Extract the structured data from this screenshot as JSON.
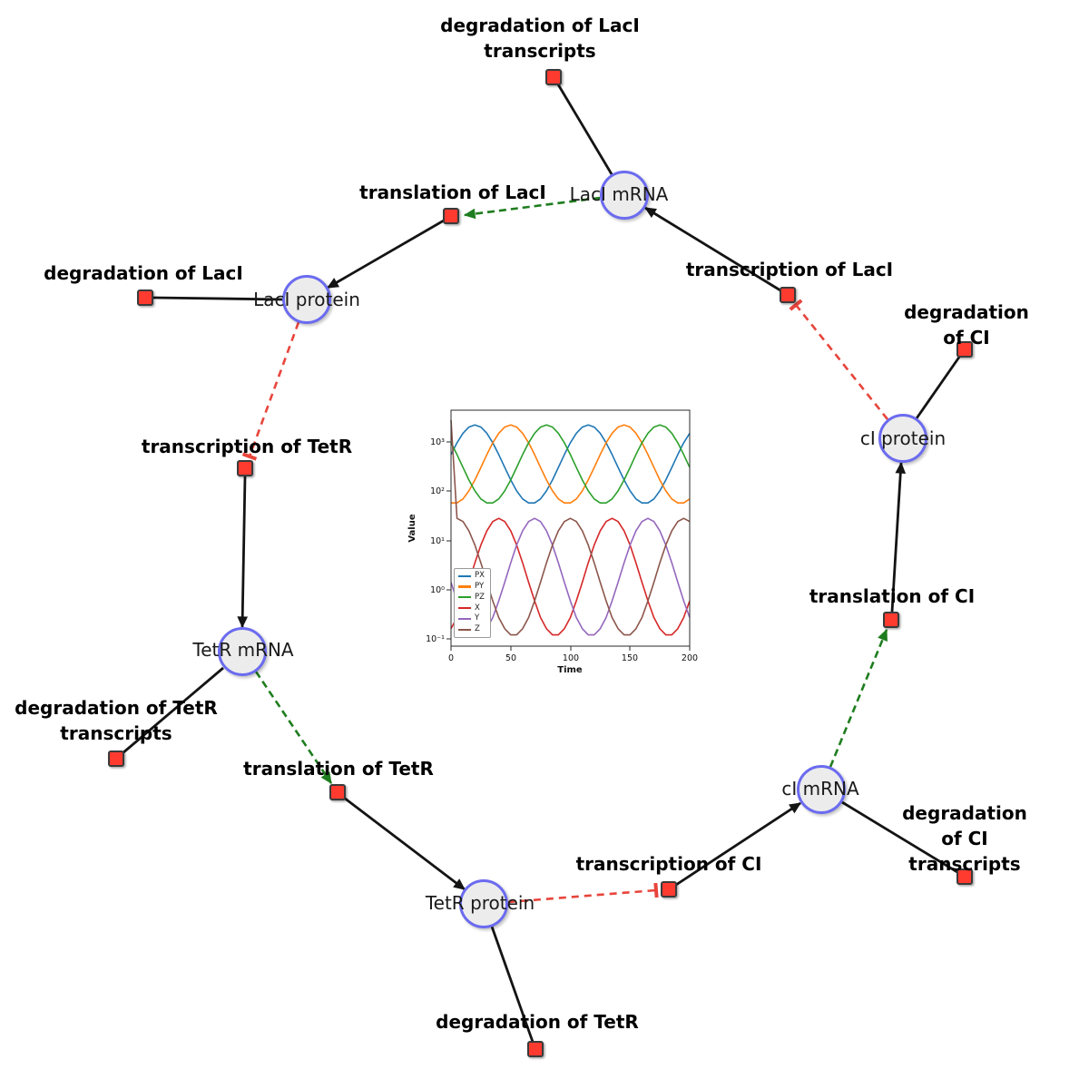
{
  "network": {
    "colors": {
      "edge": "#141414",
      "modifier": "#1e7d1e",
      "inhibition": "#e8453c",
      "species_fill": "#ececec",
      "species_stroke": "#6b6bf0",
      "reaction_fill": "#ff3b30",
      "reaction_stroke": "#3a3a3a"
    },
    "species": [
      {
        "id": "laci-mrna",
        "label": "LacI mRNA"
      },
      {
        "id": "laci-protein",
        "label": "LacI protein"
      },
      {
        "id": "tetr-mrna",
        "label": "TetR mRNA"
      },
      {
        "id": "tetr-protein",
        "label": "TetR protein"
      },
      {
        "id": "ci-mrna",
        "label": "cI mRNA"
      },
      {
        "id": "ci-protein",
        "label": "cI protein"
      }
    ],
    "reactions": [
      {
        "id": "degradation-laci-transcripts",
        "label": "degradation of LacI\ntranscripts"
      },
      {
        "id": "translation-laci",
        "label": "translation of LacI"
      },
      {
        "id": "degradation-laci",
        "label": "degradation of LacI"
      },
      {
        "id": "transcription-laci",
        "label": "transcription of LacI"
      },
      {
        "id": "degradation-ci",
        "label": "degradation of CI"
      },
      {
        "id": "transcription-tetr",
        "label": "transcription of TetR"
      },
      {
        "id": "translation-ci",
        "label": "translation of CI"
      },
      {
        "id": "degradation-tetr-transcripts",
        "label": "degradation of TetR\ntranscripts"
      },
      {
        "id": "translation-tetr",
        "label": "translation of TetR"
      },
      {
        "id": "transcription-ci",
        "label": "transcription of CI"
      },
      {
        "id": "degradation-ci-transcripts",
        "label": "degradation of CI\ntranscripts"
      },
      {
        "id": "degradation-tetr",
        "label": "degradation of TetR"
      }
    ]
  },
  "chart_data": {
    "type": "line",
    "title": "",
    "xlabel": "Time",
    "ylabel": "Value",
    "xlim": [
      0,
      200
    ],
    "ylog_lim": [
      -1.15,
      3.65
    ],
    "grid": false,
    "legend_position": "lower-left",
    "x_ticks": [
      "0",
      "50",
      "100",
      "150",
      "200"
    ],
    "y_ticks": [
      "10⁻¹",
      "10⁰",
      "10¹",
      "10²",
      "10³"
    ],
    "x": [
      0,
      5,
      10,
      15,
      20,
      25,
      30,
      35,
      40,
      45,
      50,
      55,
      60,
      65,
      70,
      75,
      80,
      85,
      90,
      95,
      100,
      105,
      110,
      115,
      120,
      125,
      130,
      135,
      140,
      145,
      150,
      155,
      160,
      165,
      170,
      175,
      180,
      185,
      190,
      195,
      200
    ],
    "series": [
      {
        "name": "PX",
        "color": "#1f77b4",
        "values": [
          558,
          973,
          1517,
          2028,
          2239,
          2028,
          1517,
          973,
          558,
          305,
          170,
          102,
          70,
          58,
          58,
          70,
          102,
          170,
          305,
          558,
          973,
          1517,
          2028,
          2239,
          2028,
          1517,
          973,
          558,
          305,
          170,
          102,
          70,
          58,
          58,
          70,
          102,
          170,
          305,
          558,
          973,
          1517
        ]
      },
      {
        "name": "PY",
        "color": "#ff7f0e",
        "values": [
          58,
          58,
          70,
          102,
          170,
          305,
          558,
          973,
          1517,
          2028,
          2239,
          2028,
          1517,
          973,
          558,
          305,
          170,
          102,
          70,
          58,
          58,
          70,
          102,
          170,
          305,
          558,
          973,
          1517,
          2028,
          2239,
          2028,
          1517,
          973,
          558,
          305,
          170,
          102,
          70,
          58,
          58,
          70
        ]
      },
      {
        "name": "PZ",
        "color": "#2ca02c",
        "values": [
          973,
          558,
          305,
          170,
          102,
          70,
          58,
          58,
          70,
          102,
          170,
          305,
          558,
          973,
          1517,
          2028,
          2239,
          2028,
          1517,
          973,
          558,
          305,
          170,
          102,
          70,
          58,
          58,
          70,
          102,
          170,
          305,
          558,
          973,
          1517,
          2028,
          2239,
          2028,
          1517,
          973,
          558,
          305
        ]
      },
      {
        "name": "X",
        "color": "#d62728",
        "values": [
          0.16,
          0.27,
          0.59,
          1.41,
          3.51,
          8.05,
          15.7,
          24.3,
          28.2,
          24.3,
          15.7,
          8.05,
          3.51,
          1.41,
          0.59,
          0.27,
          0.16,
          0.12,
          0.12,
          0.16,
          0.27,
          0.59,
          1.41,
          3.51,
          8.05,
          15.7,
          24.3,
          28.2,
          24.3,
          15.7,
          8.05,
          3.51,
          1.41,
          0.59,
          0.27,
          0.16,
          0.12,
          0.12,
          0.16,
          0.27,
          0.59
        ]
      },
      {
        "name": "Y",
        "color": "#9467bd",
        "values": [
          1.41,
          0.59,
          0.27,
          0.16,
          0.12,
          0.12,
          0.16,
          0.27,
          0.59,
          1.41,
          3.51,
          8.05,
          15.7,
          24.3,
          28.2,
          24.3,
          15.7,
          8.05,
          3.51,
          1.41,
          0.59,
          0.27,
          0.16,
          0.12,
          0.12,
          0.16,
          0.27,
          0.59,
          1.41,
          3.51,
          8.05,
          15.7,
          24.3,
          28.2,
          24.3,
          15.7,
          8.05,
          3.51,
          1.41,
          0.59,
          0.27
        ]
      },
      {
        "name": "Z",
        "color": "#8c564b",
        "values": [
          2800,
          28.2,
          24.3,
          15.7,
          8.05,
          3.51,
          1.41,
          0.59,
          0.27,
          0.16,
          0.12,
          0.12,
          0.16,
          0.27,
          0.59,
          1.41,
          3.51,
          8.05,
          15.7,
          24.3,
          28.2,
          24.3,
          15.7,
          8.05,
          3.51,
          1.41,
          0.59,
          0.27,
          0.16,
          0.12,
          0.12,
          0.16,
          0.27,
          0.59,
          1.41,
          3.51,
          8.05,
          15.7,
          24.3,
          28.2,
          24.3
        ]
      }
    ]
  }
}
